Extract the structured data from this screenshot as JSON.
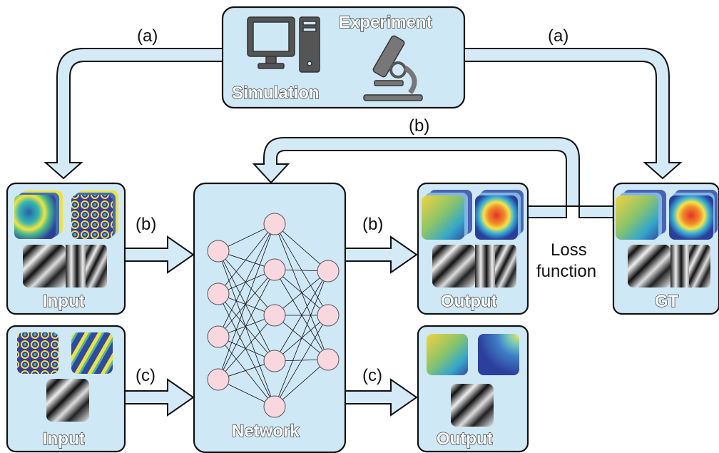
{
  "top_box": {
    "simulation_label": "Simulation",
    "experiment_label": "Experiment"
  },
  "arrow_labels": {
    "a_left": "(a)",
    "a_right": "(a)",
    "b_feedback": "(b)",
    "b_in": "(b)",
    "b_out": "(b)",
    "c_in": "(c)",
    "c_out": "(c)"
  },
  "input_train": {
    "label": "Input"
  },
  "input_test": {
    "label": "Input"
  },
  "network": {
    "label": "Network",
    "layers": [
      4,
      5,
      3
    ]
  },
  "output_train": {
    "label": "Output"
  },
  "output_test": {
    "label": "Output"
  },
  "ground_truth": {
    "label": "GT"
  },
  "loss": {
    "line1": "Loss",
    "line2": "function"
  },
  "colors": {
    "box_fill": "#cfe8f5",
    "arrow_fill": "#d4ebf7",
    "node_fill": "#f8d7df",
    "outline": "#111111"
  },
  "icons": [
    "computer-icon",
    "microscope-icon"
  ]
}
